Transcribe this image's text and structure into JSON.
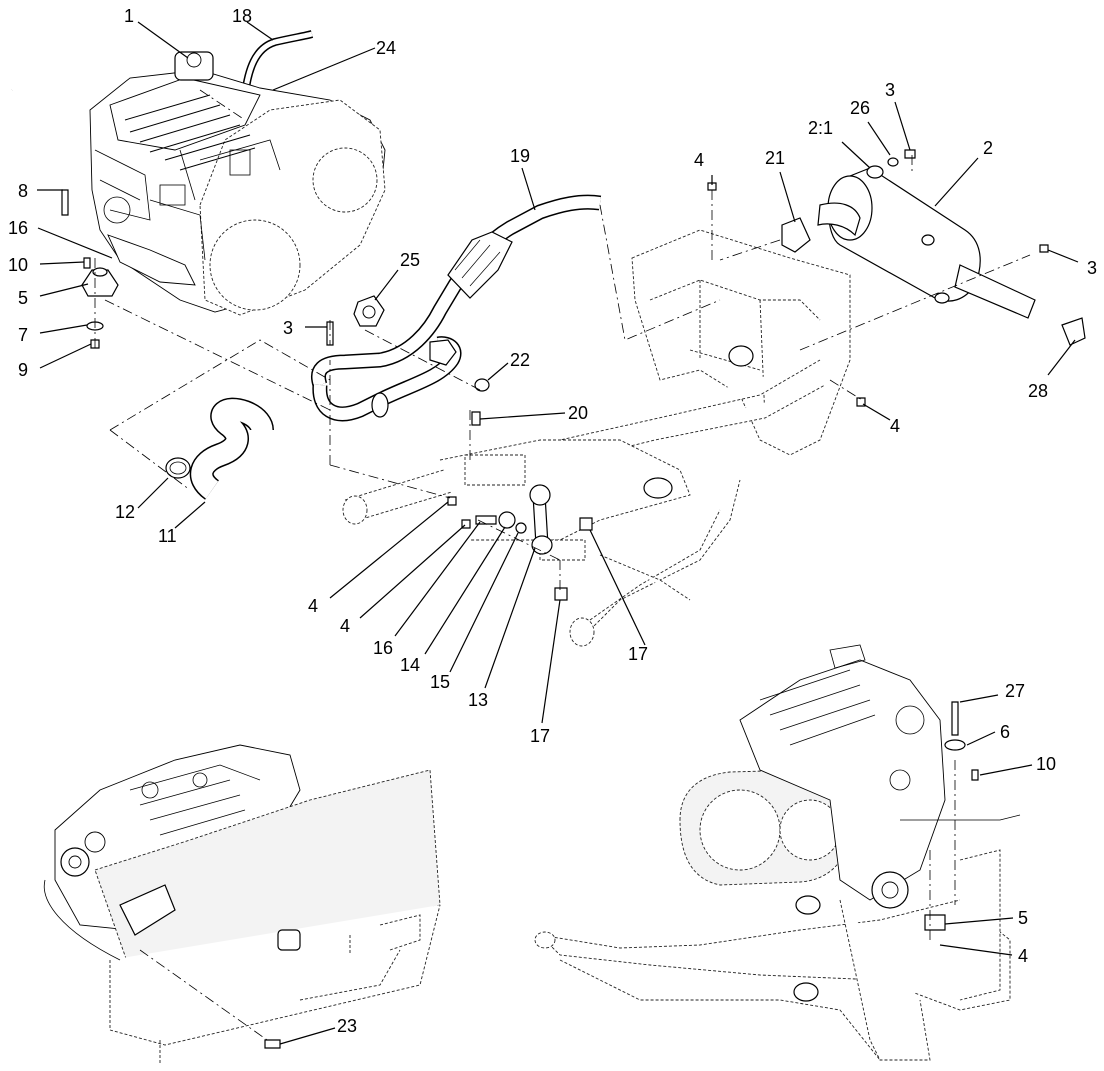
{
  "callouts": {
    "c1": "1",
    "c18": "18",
    "c24": "24",
    "c8": "8",
    "c16a": "16",
    "c10a": "10",
    "c5a": "5",
    "c7": "7",
    "c9": "9",
    "c19": "19",
    "c25": "25",
    "c3a": "3",
    "c22": "22",
    "c20": "20",
    "c12": "12",
    "c11": "11",
    "c4a": "4",
    "c4b": "4",
    "c16b": "16",
    "c14": "14",
    "c15": "15",
    "c13": "13",
    "c17a": "17",
    "c17b": "17",
    "c4c": "4",
    "c21": "21",
    "c21b": "2:1",
    "c26": "26",
    "c3b": "3",
    "c2": "2",
    "c3c": "3",
    "c28": "28",
    "c4d": "4",
    "c27": "27",
    "c6": "6",
    "c10b": "10",
    "c5b": "5",
    "c4e": "4",
    "c23": "23"
  }
}
